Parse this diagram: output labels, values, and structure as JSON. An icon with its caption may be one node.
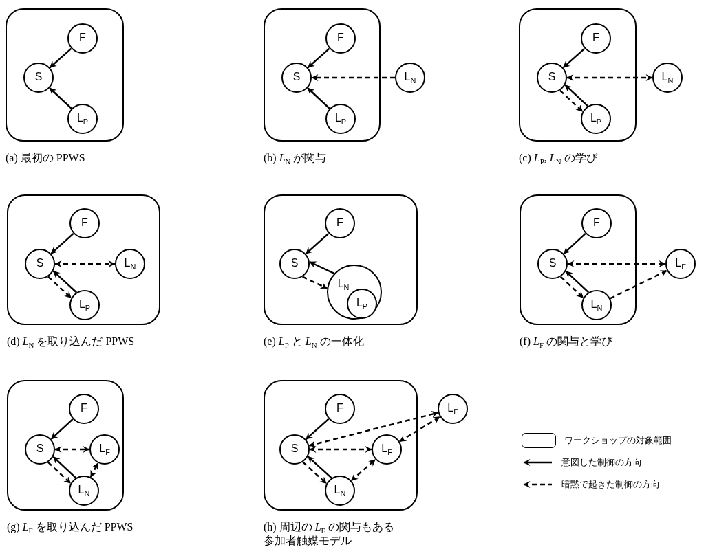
{
  "diagram": {
    "nodes": [
      {
        "text": [
          "(a) 最初の PPWS"
        ]
      },
      {
        "text": [
          "F"
        ],
        "in": 0
      },
      {
        "text": [
          "S"
        ],
        "in": 0
      },
      {
        "text": [
          "L$_{P}$"
        ],
        "in": 0
      },
      {
        "text": [
          "(b) *L*$_{N}$ が関与"
        ]
      },
      {
        "text": [
          "F"
        ],
        "in": 4
      },
      {
        "text": [
          "S"
        ],
        "in": 4
      },
      {
        "text": [
          "L$_{P}$"
        ],
        "in": 4
      },
      {
        "text": [
          "L$_{N}$"
        ]
      },
      {
        "text": [
          "(c) *L*$_{P}$, *L*$_{N}$ の学び"
        ]
      },
      {
        "text": [
          "F"
        ],
        "in": 9
      },
      {
        "text": [
          "S"
        ],
        "in": 9
      },
      {
        "text": [
          "L$_{P}$"
        ],
        "in": 9
      },
      {
        "text": [
          "L$_{N}$"
        ]
      },
      {
        "text": [
          "(d) *L*$_{N}$ を取り込んだ PPWS"
        ]
      },
      {
        "text": [
          "F"
        ],
        "in": 14
      },
      {
        "text": [
          "S"
        ],
        "in": 14
      },
      {
        "text": [
          "L$_{N}$"
        ],
        "in": 14
      },
      {
        "text": [
          "L$_{P}$"
        ],
        "in": 14
      },
      {
        "text": [
          "(e) *L*$_{P}$ と *L*$_{N}$ の一体化"
        ]
      },
      {
        "text": [
          "F"
        ],
        "in": 19
      },
      {
        "text": [
          "S"
        ],
        "in": 19
      },
      {
        "text": [
          "L$_{N}$"
        ],
        "in": 19
      },
      {
        "text": [
          "L$_{P}$"
        ],
        "in": 22
      },
      {
        "text": [
          "(f) *L*$_{F}$ の関与と学び"
        ]
      },
      {
        "text": [
          "F"
        ],
        "in": 24
      },
      {
        "text": [
          "S"
        ],
        "in": 24
      },
      {
        "text": [
          "L$_{N}$"
        ],
        "in": 24
      },
      {
        "text": [
          "L$_{F}$"
        ]
      },
      {
        "text": [
          "(g) *L*$_{F}$ を取り込んだ PPWS"
        ]
      },
      {
        "text": [
          "F"
        ],
        "in": 29
      },
      {
        "text": [
          "S"
        ],
        "in": 29
      },
      {
        "text": [
          "L$_{F}$"
        ],
        "in": 29
      },
      {
        "text": [
          "L$_{N}$"
        ],
        "in": 29
      },
      {
        "text": [
          "(h) 周辺の *L*$_{F}$ の関与もある参加者触媒モデル"
        ]
      },
      {
        "text": [
          "F"
        ],
        "in": 34
      },
      {
        "text": [
          "L$_{F}$"
        ]
      },
      {
        "text": [
          "S"
        ],
        "in": 34
      },
      {
        "text": [
          "L$_{F}$"
        ],
        "in": 34
      },
      {
        "text": [
          "L$_{N}$"
        ],
        "in": 34
      }
    ],
    "edges": [
      {
        "from": 1,
        "to": 2,
        "arrow": "to"
      },
      {
        "from": 3,
        "to": 2,
        "arrow": "to"
      },
      {
        "from": 5,
        "to": 6,
        "arrow": "to"
      },
      {
        "from": 7,
        "to": 6,
        "arrow": "to"
      },
      {
        "from": 8,
        "to": 6,
        "arrow": "to",
        "style": "dashed"
      },
      {
        "from": 10,
        "to": 11,
        "arrow": "to"
      },
      {
        "from": 12,
        "to": 11,
        "arrow": "to"
      },
      {
        "from": 11,
        "to": 13,
        "arrow": "both",
        "style": "dashed"
      },
      {
        "from": 11,
        "to": 12,
        "arrow": "to",
        "style": "dashed"
      },
      {
        "from": 15,
        "to": 16,
        "arrow": "to"
      },
      {
        "from": 18,
        "to": 16,
        "arrow": "to"
      },
      {
        "from": 16,
        "to": 17,
        "arrow": "both",
        "style": "dashed"
      },
      {
        "from": 16,
        "to": 18,
        "arrow": "to",
        "style": "dashed"
      },
      {
        "from": 20,
        "to": 21,
        "arrow": "to"
      },
      {
        "from": 22,
        "to": 21,
        "arrow": "to"
      },
      {
        "from": 21,
        "to": 22,
        "arrow": "to",
        "style": "dashed"
      },
      {
        "from": 25,
        "to": 26,
        "arrow": "to"
      },
      {
        "from": 27,
        "to": 26,
        "arrow": "to"
      },
      {
        "from": 26,
        "to": 27,
        "arrow": "to",
        "style": "dashed"
      },
      {
        "from": 26,
        "to": 28,
        "arrow": "both",
        "style": "dashed"
      },
      {
        "from": 27,
        "to": 28,
        "arrow": "to",
        "style": "dashed"
      },
      {
        "from": 30,
        "to": 31,
        "arrow": "to"
      },
      {
        "from": 33,
        "to": 31,
        "arrow": "to"
      },
      {
        "from": 31,
        "to": 33,
        "arrow": "to",
        "style": "dashed"
      },
      {
        "from": 31,
        "to": 32,
        "arrow": "both",
        "style": "dashed"
      },
      {
        "from": 33,
        "to": 32,
        "arrow": "both",
        "style": "dashed"
      },
      {
        "from": 35,
        "to": 37,
        "arrow": "to"
      },
      {
        "from": 39,
        "to": 37,
        "arrow": "to"
      },
      {
        "from": 37,
        "to": 39,
        "arrow": "to",
        "style": "dashed"
      },
      {
        "from": 37,
        "to": 38,
        "arrow": "both",
        "style": "dashed"
      },
      {
        "from": 39,
        "to": 38,
        "arrow": "both",
        "style": "dashed"
      },
      {
        "from": 37,
        "to": 36,
        "arrow": "both",
        "style": "dashed"
      },
      {
        "from": 38,
        "to": 36,
        "arrow": "both",
        "style": "dashed"
      }
    ],
    "legend": [
      {
        "text": "ワークショップの対象範囲"
      },
      {
        "text": "意図した制御の方向"
      },
      {
        "text": "暗黙で起きた制御の方向"
      }
    ]
  }
}
